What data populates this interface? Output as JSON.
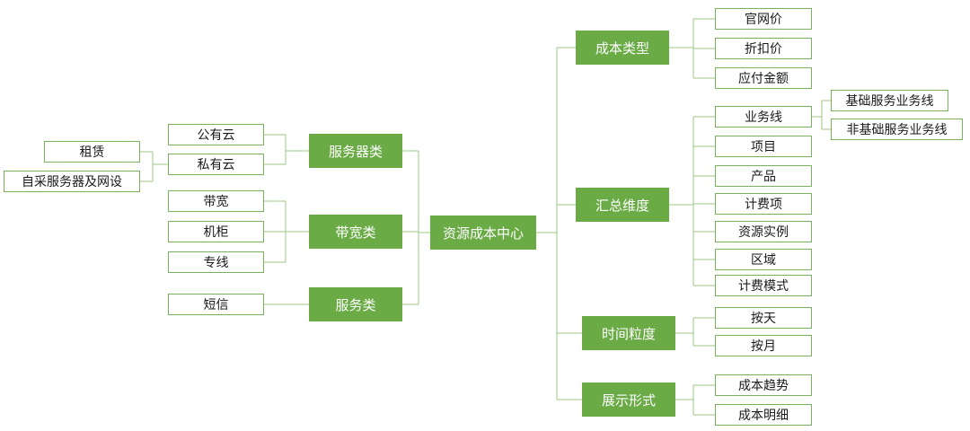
{
  "center": "资源成本中心",
  "right": {
    "cost_type": {
      "label": "成本类型",
      "items": [
        "官网价",
        "折扣价",
        "应付金额"
      ]
    },
    "summary_dim": {
      "label": "汇总维度",
      "business_line": {
        "label": "业务线",
        "children": [
          "基础服务业务线",
          "非基础服务业务线"
        ]
      },
      "items": [
        "项目",
        "产品",
        "计费项",
        "资源实例",
        "区域",
        "计费模式"
      ]
    },
    "time_granularity": {
      "label": "时间粒度",
      "items": [
        "按天",
        "按月"
      ]
    },
    "display_form": {
      "label": "展示形式",
      "items": [
        "成本趋势",
        "成本明细"
      ]
    }
  },
  "left": {
    "server": {
      "label": "服务器类",
      "public_cloud": "公有云",
      "private_cloud": {
        "label": "私有云",
        "children": [
          "租赁",
          "自采服务器及网设"
        ]
      }
    },
    "bandwidth": {
      "label": "带宽类",
      "items": [
        "带宽",
        "机柜",
        "专线"
      ]
    },
    "service": {
      "label": "服务类",
      "items": [
        "短信"
      ]
    }
  },
  "colors": {
    "category_fill": "#6aab46",
    "leaf_border": "#7ab15c",
    "connector": "#9cc783"
  }
}
